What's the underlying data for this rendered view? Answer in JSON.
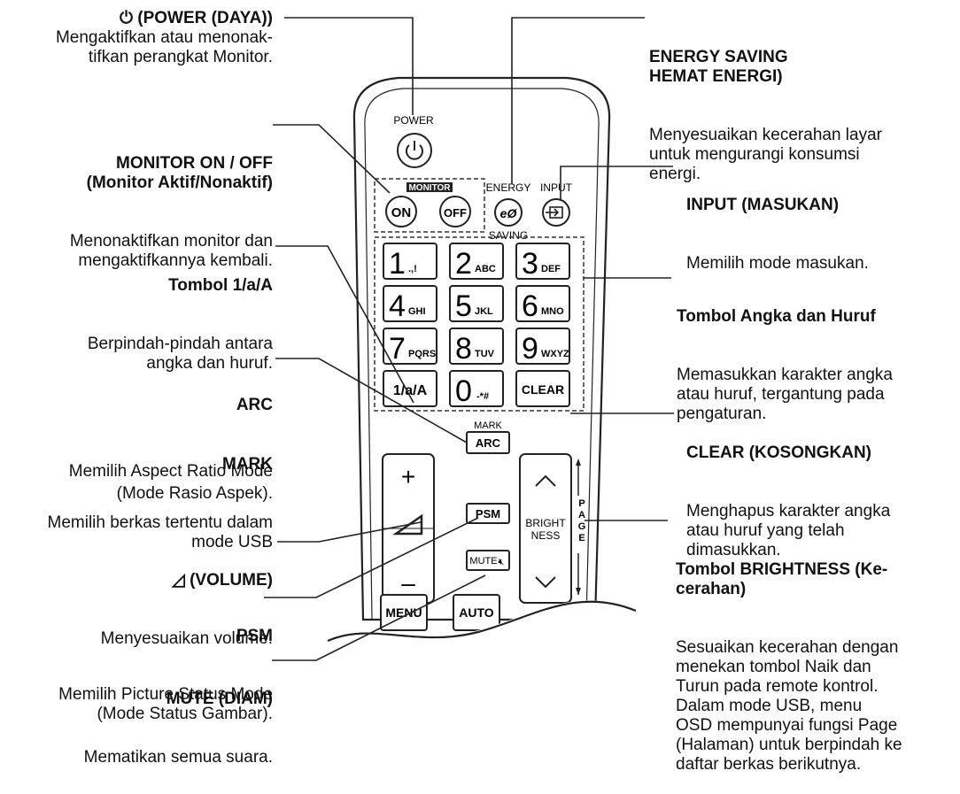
{
  "callouts": {
    "power": {
      "title": "⏻ (POWER (DAYA))",
      "desc": "Mengaktifkan atau menonak-\ntifkan perangkat Monitor."
    },
    "monitor": {
      "title": "MONITOR ON / OFF\n(Monitor Aktif/Nonaktif)",
      "desc": "Menonaktifkan monitor dan\nmengaktifkannya kembali."
    },
    "tombol1aA": {
      "title": "Tombol 1/a/A",
      "desc": "Berpindah-pindah antara\nangka dan huruf."
    },
    "arc": {
      "title": "ARC",
      "desc": "Memilih Aspect Ratio Mode\n(Mode Rasio Aspek)."
    },
    "mark": {
      "title": "MARK",
      "desc": "Memilih berkas tertentu dalam\nmode USB"
    },
    "volume": {
      "title": "◿ (VOLUME)",
      "desc": "Menyesuaikan volume."
    },
    "psm": {
      "title": "PSM",
      "desc": "Memilih Picture Status Mode\n(Mode Status Gambar)."
    },
    "mute": {
      "title": "MUTE (DIAM)",
      "desc": "Mematikan semua suara."
    },
    "energy": {
      "title": "ENERGY SAVING\nHEMAT ENERGI)",
      "desc": "Menyesuaikan kecerahan layar\nuntuk mengurangi konsumsi\nenergi."
    },
    "input": {
      "title": "INPUT (MASUKAN)",
      "desc": "Memilih mode masukan."
    },
    "angka": {
      "title": "Tombol Angka dan Huruf",
      "desc": "Memasukkan karakter angka\natau huruf, tergantung pada\npengaturan."
    },
    "clear": {
      "title": "CLEAR (KOSONGKAN)",
      "desc": "Menghapus karakter angka\natau huruf yang telah\ndimasukkan."
    },
    "brightness": {
      "title": "Tombol BRIGHTNESS (Ke-\ncerahan)",
      "desc": "Sesuaikan kecerahan dengan\nmenekan tombol Naik dan\nTurun pada remote kontrol.\nDalam mode USB, menu\nOSD mempunyai fungsi Page\n(Halaman) untuk berpindah ke\ndaftar berkas berikutnya."
    }
  },
  "remote": {
    "power_label": "POWER",
    "monitor_label": "MONITOR",
    "on_label": "ON",
    "off_label": "OFF",
    "energy_label": "ENERGY",
    "saving_label": "SAVING",
    "input_label": "INPUT",
    "keys": [
      {
        "big": "1",
        "small": ".,!"
      },
      {
        "big": "2",
        "small": "ABC"
      },
      {
        "big": "3",
        "small": "DEF"
      },
      {
        "big": "4",
        "small": "GHI"
      },
      {
        "big": "5",
        "small": "JKL"
      },
      {
        "big": "6",
        "small": "MNO"
      },
      {
        "big": "7",
        "small": "PQRS"
      },
      {
        "big": "8",
        "small": "TUV"
      },
      {
        "big": "9",
        "small": "WXYZ"
      }
    ],
    "key_1aA": "1/a/A",
    "key_0_big": "0",
    "key_0_small": "-*#",
    "key_clear": "CLEAR",
    "mark_label": "MARK",
    "arc_label": "ARC",
    "psm_label": "PSM",
    "mute_label": "MUTE",
    "bright_label_1": "BRIGHT",
    "bright_label_2": "NESS",
    "page_label": "PAGE",
    "vol_plus": "+",
    "vol_minus": "–",
    "menu_label": "MENU",
    "auto_label": "AUTO"
  }
}
